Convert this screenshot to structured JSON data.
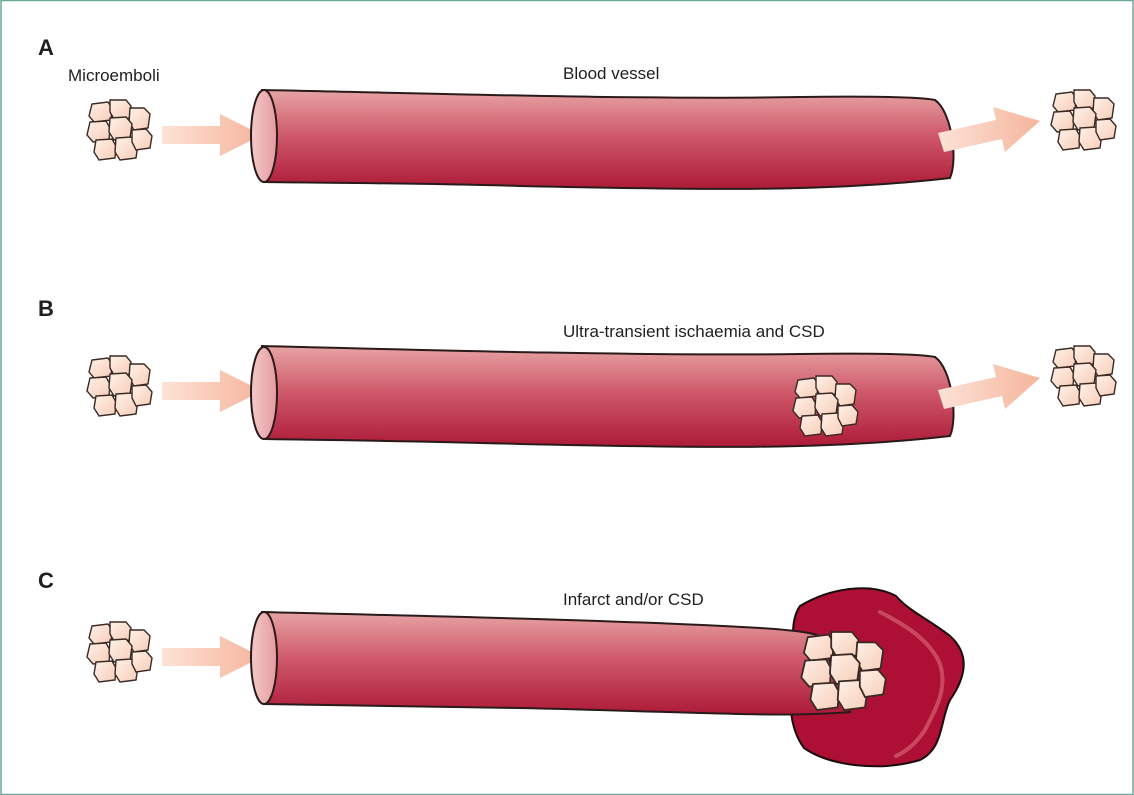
{
  "panels": [
    {
      "id": "A",
      "letter": "A",
      "source_label": "Microemboli",
      "caption": "Blood vessel",
      "state": "passes-through"
    },
    {
      "id": "B",
      "letter": "B",
      "caption": "Ultra-transient ischaemia and CSD",
      "state": "transient-lodge"
    },
    {
      "id": "C",
      "letter": "C",
      "caption": "Infarct and/or CSD",
      "state": "occlusion-infarct"
    }
  ],
  "colors": {
    "frame": "#6aa99a",
    "vessel_light": "#e8a6a6",
    "vessel_dark": "#b0203c",
    "vessel_lumen": "#f3c4c4",
    "emboli_fill": "#fde3d4",
    "emboli_stroke": "#3a2a25",
    "arrow": "#f6b9a1",
    "infarct": "#ad1034"
  }
}
